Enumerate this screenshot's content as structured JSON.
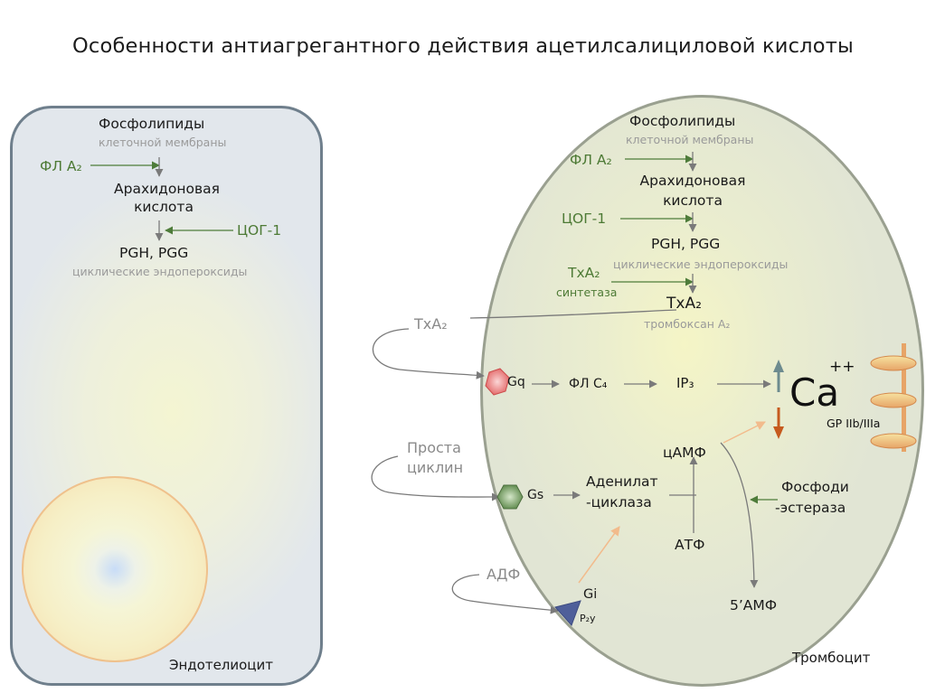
{
  "title": "Особенности антиагрегантного действия ацетилсалициловой кислоты",
  "endothelium": {
    "phospholipids": "Фосфолипиды",
    "membrane": "клеточной мембраны",
    "pla2": "ФЛ А₂",
    "arachidonic_1": "Арахидоновая",
    "arachidonic_2": "кислота",
    "cox1": "ЦОГ-1",
    "pgh": "PGH, PGG",
    "endoperoxides": "циклические эндопероксиды",
    "cell_name": "Эндотелиоцит"
  },
  "platelet": {
    "phospholipids": "Фосфолипиды",
    "membrane": "клеточной мембраны",
    "pla2": "ФЛ А₂",
    "arachidonic_1": "Арахидоновая",
    "arachidonic_2": "кислота",
    "cox1": "ЦОГ-1",
    "pgh": "PGH, PGG",
    "endoperoxides": "циклические эндопероксиды",
    "txa2_synthase_1": "ТхА₂",
    "txa2_synthase_2": "синтетаза",
    "txa2": "ТхА₂",
    "thromboxane": "тромбоксан А₂",
    "gq": "Gq",
    "plc4": "ФЛ С₄",
    "ip3": "IP₃",
    "ca": "Ca",
    "ca_charge": "++",
    "gp": "GP IIb/IIIa",
    "camp": "цАМФ",
    "gs": "Gs",
    "adenylate_1": "Аденилат",
    "adenylate_2": "-циклаза",
    "pde_1": "Фосфоди",
    "pde_2": "-эстераза",
    "atp": "АТФ",
    "gi": "Gi",
    "p2y": "P₂y",
    "amp5": "5’АМФ",
    "cell_name": "Тромбоцит"
  },
  "extracellular": {
    "txa2": "ТхА₂",
    "prostacyclin_1": "Проста",
    "prostacyclin_2": "циклин",
    "adp": "АДФ"
  },
  "colors": {
    "green_arrow": "#4e7c3a",
    "grey_arrow": "#7a7a7a",
    "ca_up_arrow": "#6d8b8f",
    "ca_down_arrow": "#c65a1e",
    "peach_arrow": "#f2bb8c",
    "gq_receptor": "#e56a6a",
    "gs_receptor": "#5f8a52",
    "p2y_receptor": "#4f5f9a",
    "gp_receptor": "#e89a5a"
  }
}
